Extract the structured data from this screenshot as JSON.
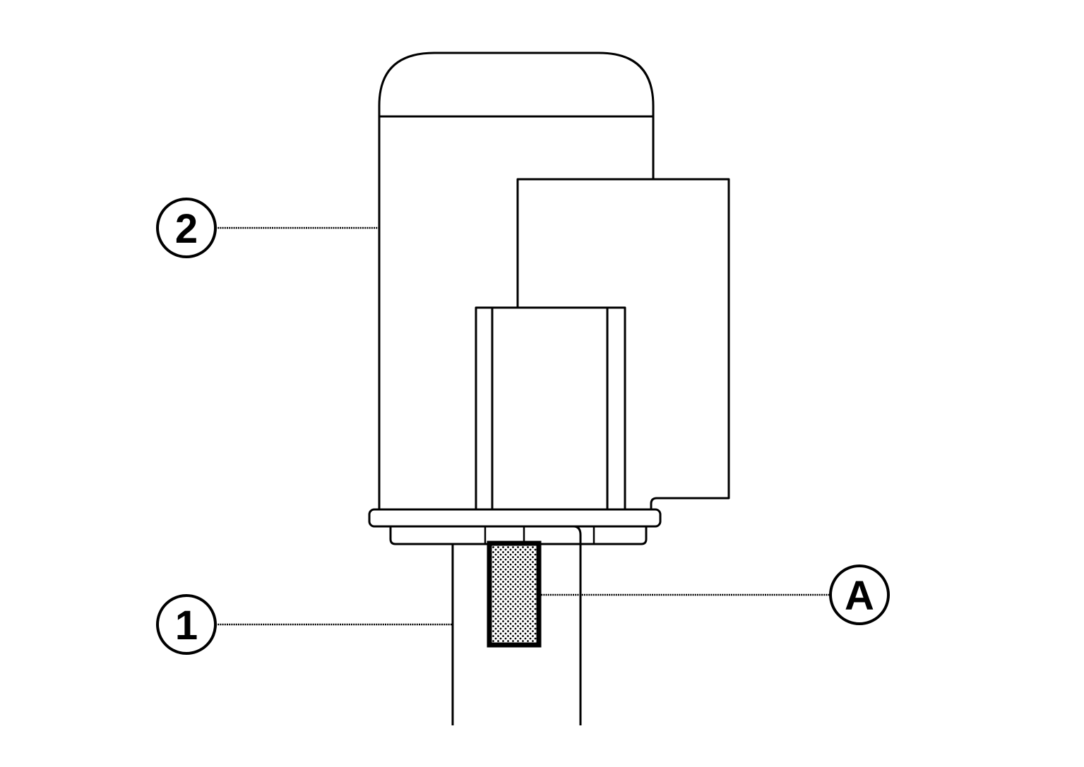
{
  "callouts": {
    "one": {
      "label": "1"
    },
    "two": {
      "label": "2"
    },
    "a": {
      "label": "A"
    }
  },
  "colors": {
    "line": "#000000",
    "background": "#ffffff",
    "marked_area_dots": "#000000"
  }
}
